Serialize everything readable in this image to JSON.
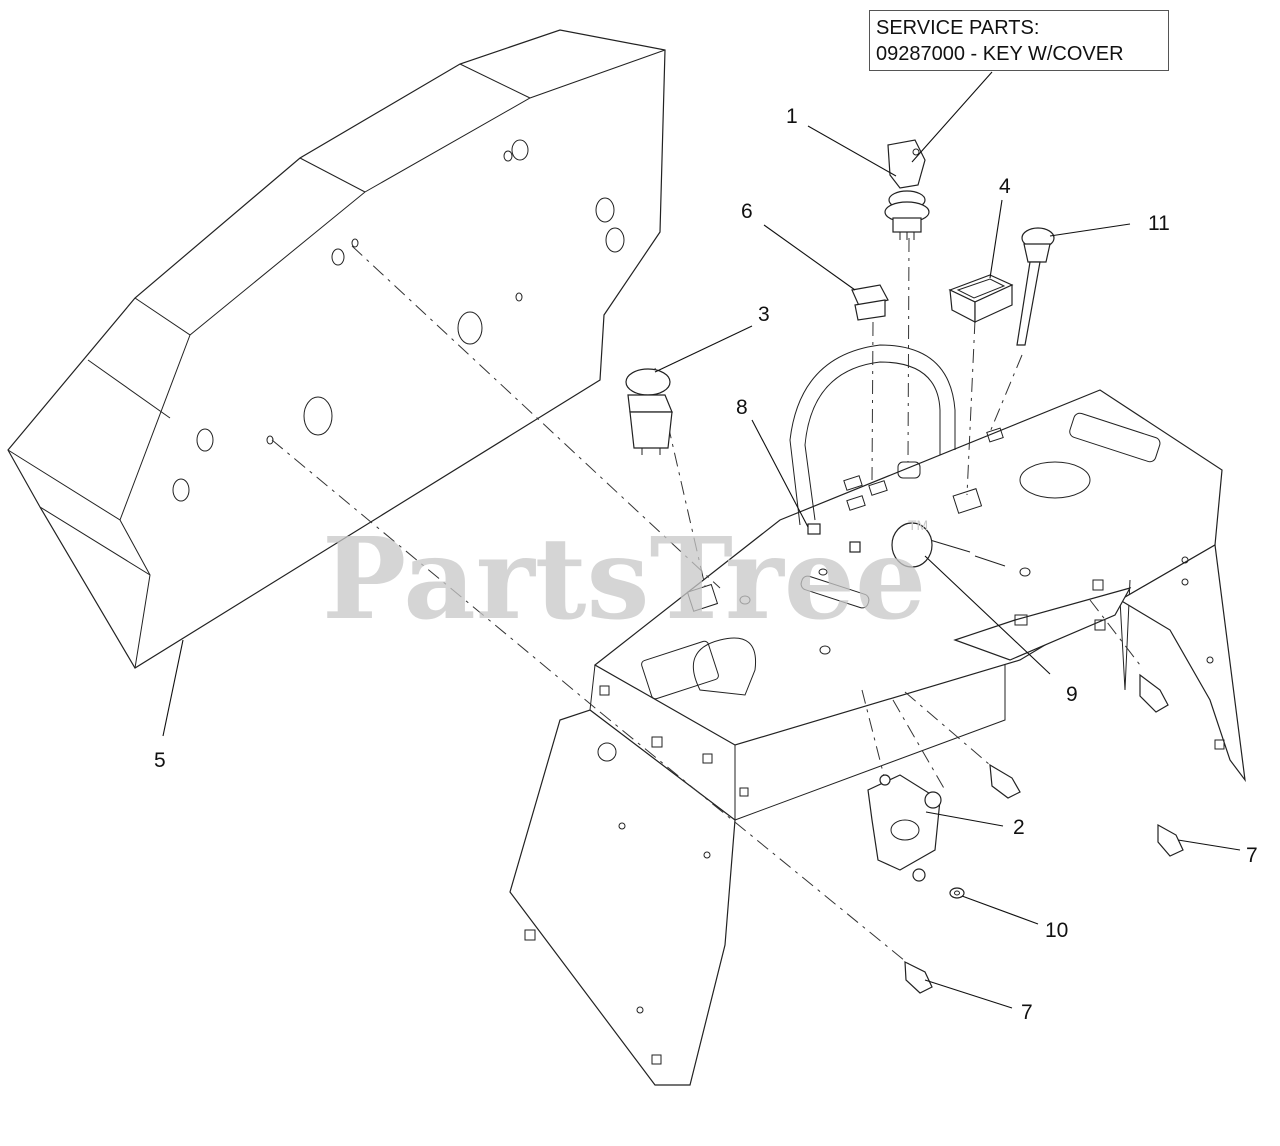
{
  "service_box": {
    "line1": "SERVICE PARTS:",
    "line2": "09287000 - KEY W/COVER"
  },
  "watermark": {
    "text": "PartsTree",
    "tm": "TM"
  },
  "callouts": [
    {
      "id": "1",
      "label": "1"
    },
    {
      "id": "2",
      "label": "2"
    },
    {
      "id": "3",
      "label": "3"
    },
    {
      "id": "4",
      "label": "4"
    },
    {
      "id": "5",
      "label": "5"
    },
    {
      "id": "6",
      "label": "6"
    },
    {
      "id": "7a",
      "label": "7"
    },
    {
      "id": "7b",
      "label": "7"
    },
    {
      "id": "8",
      "label": "8"
    },
    {
      "id": "9",
      "label": "9"
    },
    {
      "id": "10",
      "label": "10"
    },
    {
      "id": "11",
      "label": "11"
    }
  ]
}
